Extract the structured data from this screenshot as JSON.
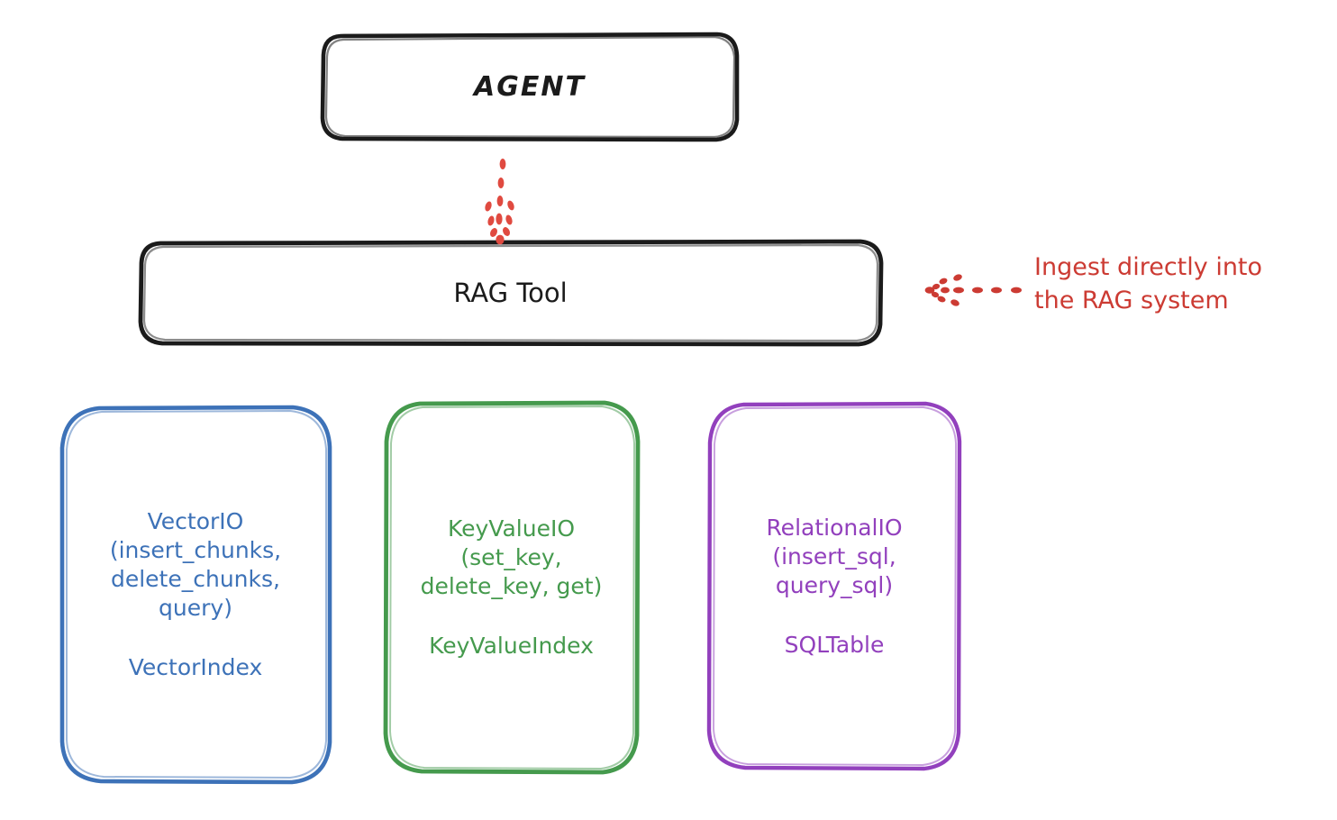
{
  "diagram": {
    "title_node": {
      "id": "agent",
      "label": "AGENT",
      "color": "#1b1b1b"
    },
    "tool_node": {
      "id": "rag-tool",
      "label": "RAG Tool",
      "color": "#1b1b1b"
    },
    "leaf_nodes": [
      {
        "id": "vector-io",
        "api": "VectorIO",
        "methods": "(insert_chunks,\ndelete_chunks,\nquery)",
        "index": "VectorIndex",
        "color": "#3d72b8"
      },
      {
        "id": "key-value-io",
        "api": "KeyValueIO",
        "methods": "(set_key,\ndelete_key, get)",
        "index": "KeyValueIndex",
        "color": "#459a4d"
      },
      {
        "id": "relational-io",
        "api": "RelationalIO",
        "methods": "(insert_sql,\nquery_sql)",
        "index": "SQLTable",
        "color": "#9240bd"
      }
    ],
    "annotation": {
      "id": "ingest-note",
      "text": "Ingest directly into\nthe RAG system",
      "color": "#cc3b33"
    },
    "connectors": [
      {
        "id": "agent-to-rag-tool",
        "style": "dotted-arrow",
        "direction": "down",
        "color": "#e04a40"
      },
      {
        "id": "annotation-to-rag-tool",
        "style": "dotted-arrow",
        "direction": "left",
        "color": "#cc3b33"
      }
    ]
  }
}
